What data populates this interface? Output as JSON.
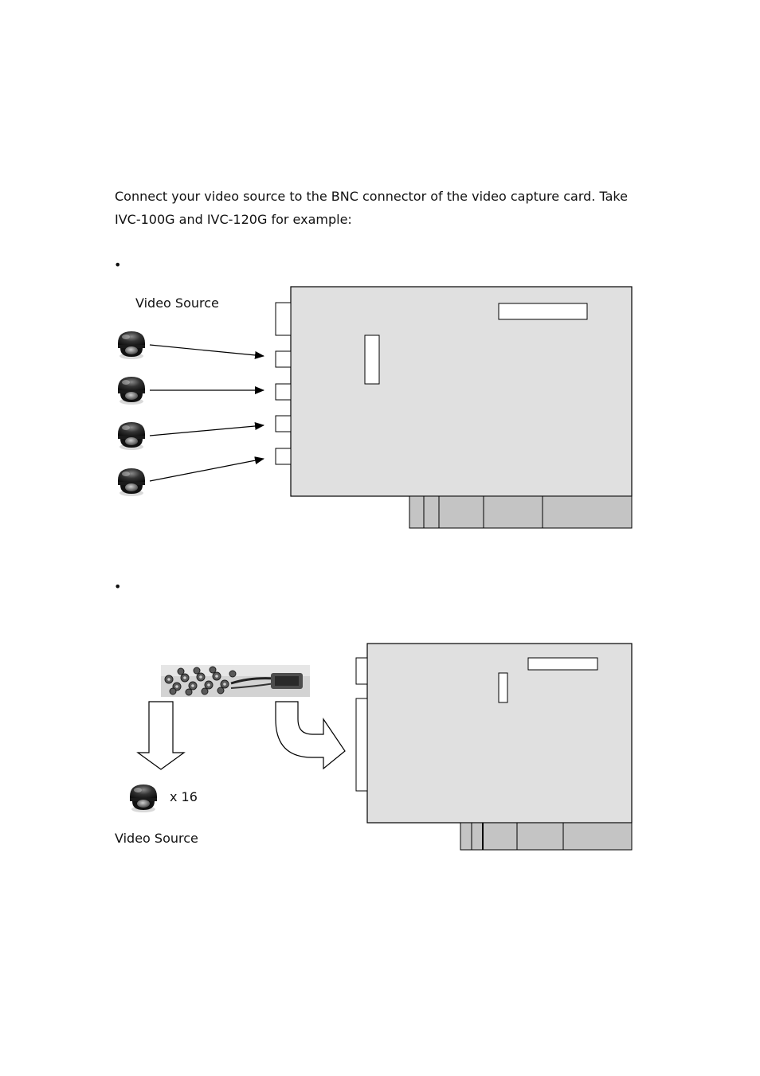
{
  "intro": {
    "line1": "Connect your video source to the BNC connector of the video capture card.   Take",
    "line2": "IVC-100G and IVC-120G for example:"
  },
  "bullet_glyph": "•",
  "figure1": {
    "video_source_label": "Video Source",
    "camera_count_shown": 4,
    "colors": {
      "card_fill": "#e0e0e0",
      "bracket_fill": "#c4c4c4",
      "outline": "#000000"
    }
  },
  "figure2": {
    "count_label": "x 16",
    "video_source_label": "Video Source",
    "colors": {
      "card_fill": "#e0e0e0",
      "bracket_fill": "#c4c4c4",
      "outline": "#000000"
    }
  }
}
